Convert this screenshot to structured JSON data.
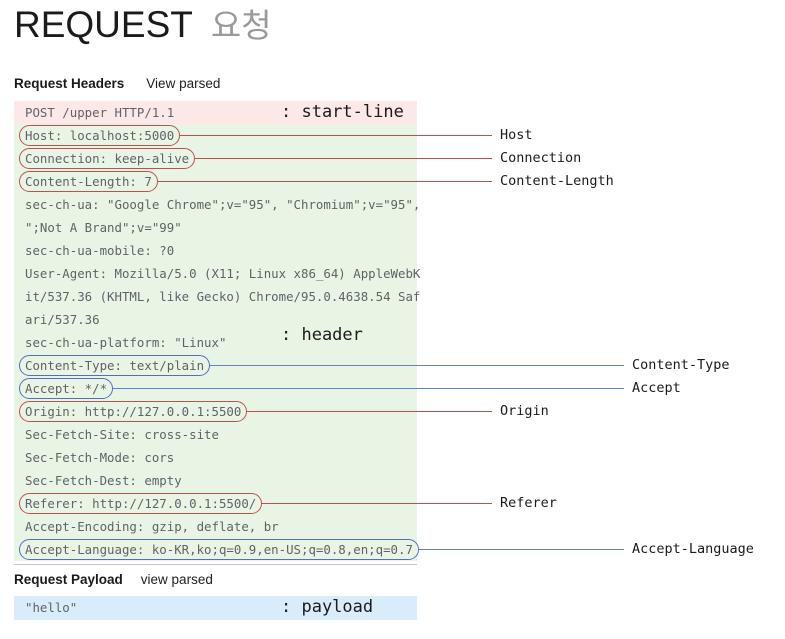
{
  "title": {
    "main": "REQUEST",
    "sub": "요청"
  },
  "sections": {
    "headers": {
      "title": "Request Headers",
      "action": "View parsed"
    },
    "payload": {
      "title": "Request Payload",
      "action": "view parsed"
    }
  },
  "start_line": {
    "text": "POST /upper HTTP/1.1",
    "annotation": ": start-line",
    "background": "#fce8e6"
  },
  "header_block": {
    "annotation": ": header",
    "background": "#e9f5e4",
    "lines": [
      {
        "text": "Host: localhost:5000",
        "boxed": true,
        "color": "red"
      },
      {
        "text": "Connection: keep-alive",
        "boxed": true,
        "color": "red"
      },
      {
        "text": "Content-Length: 7",
        "boxed": true,
        "color": "red"
      },
      {
        "text": "sec-ch-ua: \"Google Chrome\";v=\"95\", \"Chromium\";v=\"95\",",
        "boxed": false,
        "color": ""
      },
      {
        "text": "\";Not A Brand\";v=\"99\"",
        "boxed": false,
        "color": ""
      },
      {
        "text": "sec-ch-ua-mobile: ?0",
        "boxed": false,
        "color": ""
      },
      {
        "text": "User-Agent: Mozilla/5.0 (X11; Linux x86_64) AppleWebK",
        "boxed": false,
        "color": ""
      },
      {
        "text": "it/537.36 (KHTML, like Gecko) Chrome/95.0.4638.54 Saf",
        "boxed": false,
        "color": ""
      },
      {
        "text": "ari/537.36",
        "boxed": false,
        "color": ""
      },
      {
        "text": "sec-ch-ua-platform: \"Linux\"",
        "boxed": false,
        "color": ""
      },
      {
        "text": "Content-Type: text/plain",
        "boxed": true,
        "color": "blue"
      },
      {
        "text": "Accept: */*",
        "boxed": true,
        "color": "blue"
      },
      {
        "text": "Origin: http://127.0.0.1:5500",
        "boxed": true,
        "color": "red"
      },
      {
        "text": "Sec-Fetch-Site: cross-site",
        "boxed": false,
        "color": ""
      },
      {
        "text": "Sec-Fetch-Mode: cors",
        "boxed": false,
        "color": ""
      },
      {
        "text": "Sec-Fetch-Dest: empty",
        "boxed": false,
        "color": ""
      },
      {
        "text": "Referer: http://127.0.0.1:5500/",
        "boxed": true,
        "color": "red"
      },
      {
        "text": "Accept-Encoding: gzip, deflate, br",
        "boxed": false,
        "color": ""
      },
      {
        "text": "Accept-Language: ko-KR,ko;q=0.9,en-US;q=0.8,en;q=0.7",
        "boxed": true,
        "color": "blue"
      }
    ]
  },
  "payload_block": {
    "text": "\"hello\"",
    "annotation": ": payload",
    "background": "#d9ecfa"
  },
  "side_labels": [
    {
      "label": "Host",
      "color": "red"
    },
    {
      "label": "Connection",
      "color": "red"
    },
    {
      "label": "Content-Length",
      "color": "red"
    },
    {
      "label": "Content-Type",
      "color": "blue"
    },
    {
      "label": "Accept",
      "color": "blue"
    },
    {
      "label": "Origin",
      "color": "red"
    },
    {
      "label": "Referer",
      "color": "red"
    },
    {
      "label": "Accept-Language",
      "color": "blue"
    }
  ],
  "colors": {
    "red_stroke": "#c0504d",
    "blue_stroke": "#4f6fc4",
    "blue_leader": "#6281d8",
    "mono_text": "#5f6368",
    "title_sub": "#9a9a9a"
  }
}
